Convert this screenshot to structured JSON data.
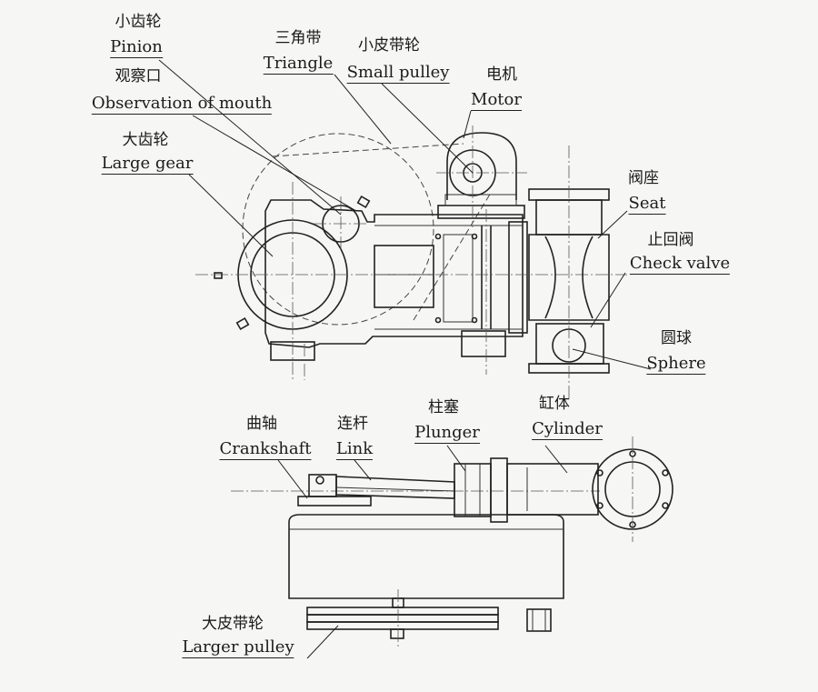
{
  "labels": {
    "pinion_cn": "小齿轮",
    "pinion_en": "Pinion",
    "observation_cn": "观察口",
    "observation_en": "Observation of mouth",
    "large_gear_cn": "大齿轮",
    "large_gear_en": "Large gear",
    "triangle_cn": "三角带",
    "triangle_en": "Triangle",
    "small_pulley_cn": "小皮带轮",
    "small_pulley_en": "Small pulley",
    "motor_cn": "电机",
    "motor_en": "Motor",
    "seat_cn": "阀座",
    "seat_en": "Seat",
    "check_valve_cn": "止回阀",
    "check_valve_en": "Check valve",
    "sphere_cn": "圆球",
    "sphere_en": "Sphere",
    "crankshaft_cn": "曲轴",
    "crankshaft_en": "Crankshaft",
    "link_cn": "连杆",
    "link_en": "Link",
    "plunger_cn": "柱塞",
    "plunger_en": "Plunger",
    "cylinder_cn": "缸体",
    "cylinder_en": "Cylinder",
    "larger_pulley_cn": "大皮带轮",
    "larger_pulley_en": "Larger pulley"
  }
}
